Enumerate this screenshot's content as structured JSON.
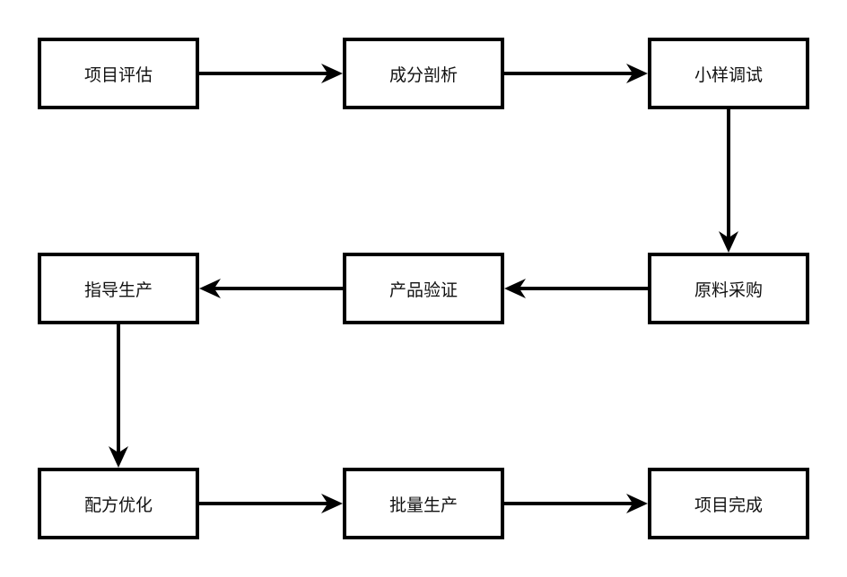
{
  "nodes": [
    {
      "id": "n1",
      "label": "项目评估",
      "row": 0,
      "col": 0
    },
    {
      "id": "n2",
      "label": "成分剖析",
      "row": 0,
      "col": 1
    },
    {
      "id": "n3",
      "label": "小样调试",
      "row": 0,
      "col": 2
    },
    {
      "id": "n4",
      "label": "原料采购",
      "row": 1,
      "col": 2
    },
    {
      "id": "n5",
      "label": "产品验证",
      "row": 1,
      "col": 1
    },
    {
      "id": "n6",
      "label": "指导生产",
      "row": 1,
      "col": 0
    },
    {
      "id": "n7",
      "label": "配方优化",
      "row": 2,
      "col": 0
    },
    {
      "id": "n8",
      "label": "批量生产",
      "row": 2,
      "col": 1
    },
    {
      "id": "n9",
      "label": "项目完成",
      "row": 2,
      "col": 2
    }
  ],
  "edges": [
    [
      "n1",
      "n2"
    ],
    [
      "n2",
      "n3"
    ],
    [
      "n3",
      "n4"
    ],
    [
      "n4",
      "n5"
    ],
    [
      "n5",
      "n6"
    ],
    [
      "n6",
      "n7"
    ],
    [
      "n7",
      "n8"
    ],
    [
      "n8",
      "n9"
    ]
  ]
}
